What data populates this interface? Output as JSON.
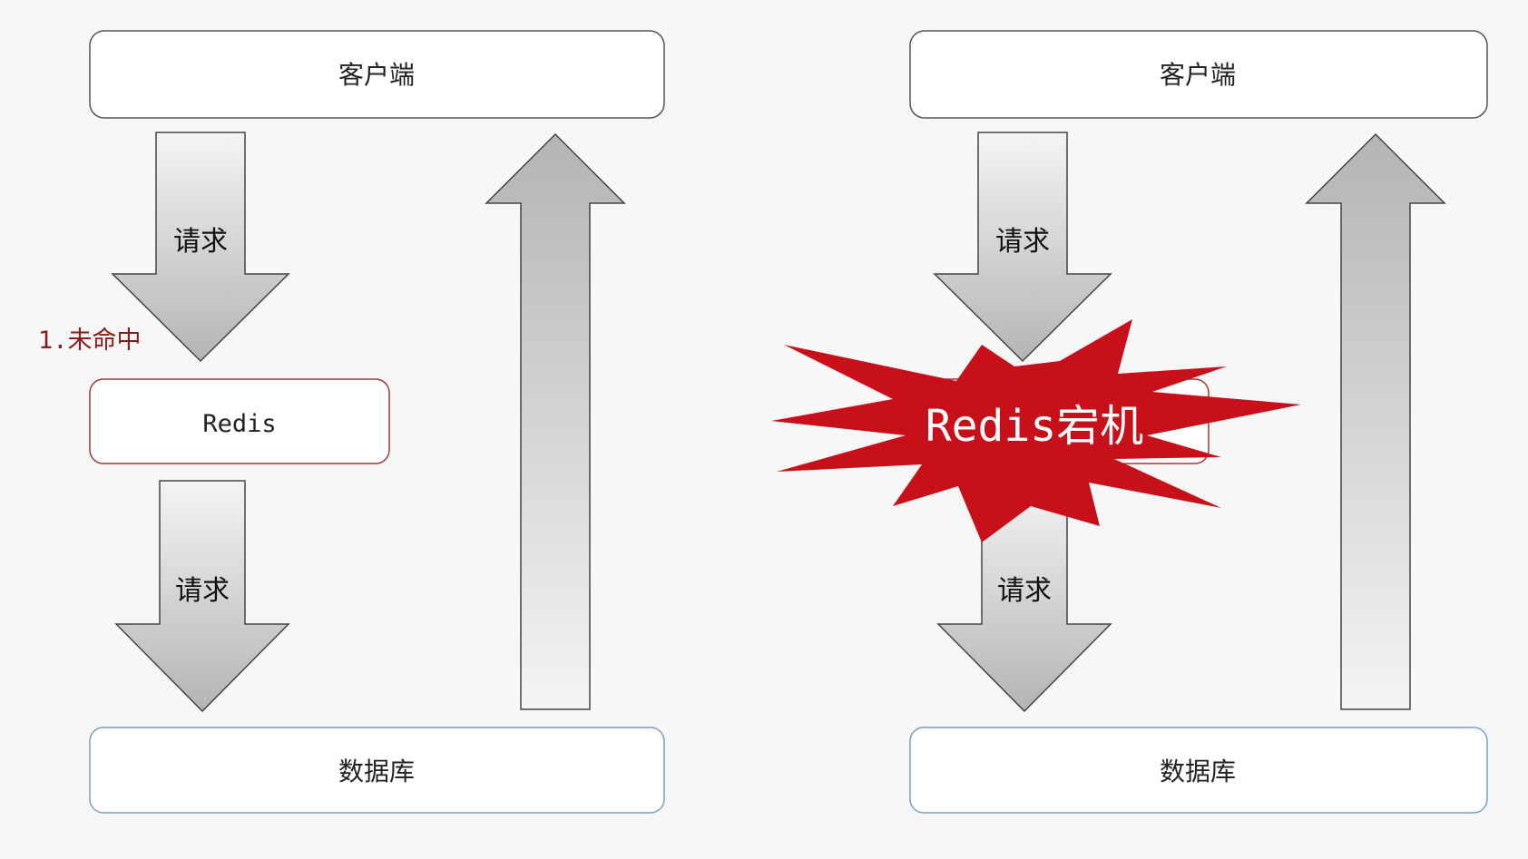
{
  "left": {
    "client_label": "客户端",
    "request_top_label": "请求",
    "miss_label": "1.未命中",
    "redis_label": "Redis",
    "request_bottom_label": "请求",
    "db_label": "数据库"
  },
  "right": {
    "client_label": "客户端",
    "request_top_label": "请求",
    "crash_label": "Redis宕机",
    "request_bottom_label": "请求",
    "db_label": "数据库"
  },
  "colors": {
    "client_border": "#555555",
    "redis_border": "#a4343a",
    "db_border": "#7d9ec0",
    "miss_text": "#8b1a1a",
    "burst_fill": "#c8101a",
    "arrow_light": "#f4f4f4",
    "arrow_dark": "#b4b4b4"
  }
}
